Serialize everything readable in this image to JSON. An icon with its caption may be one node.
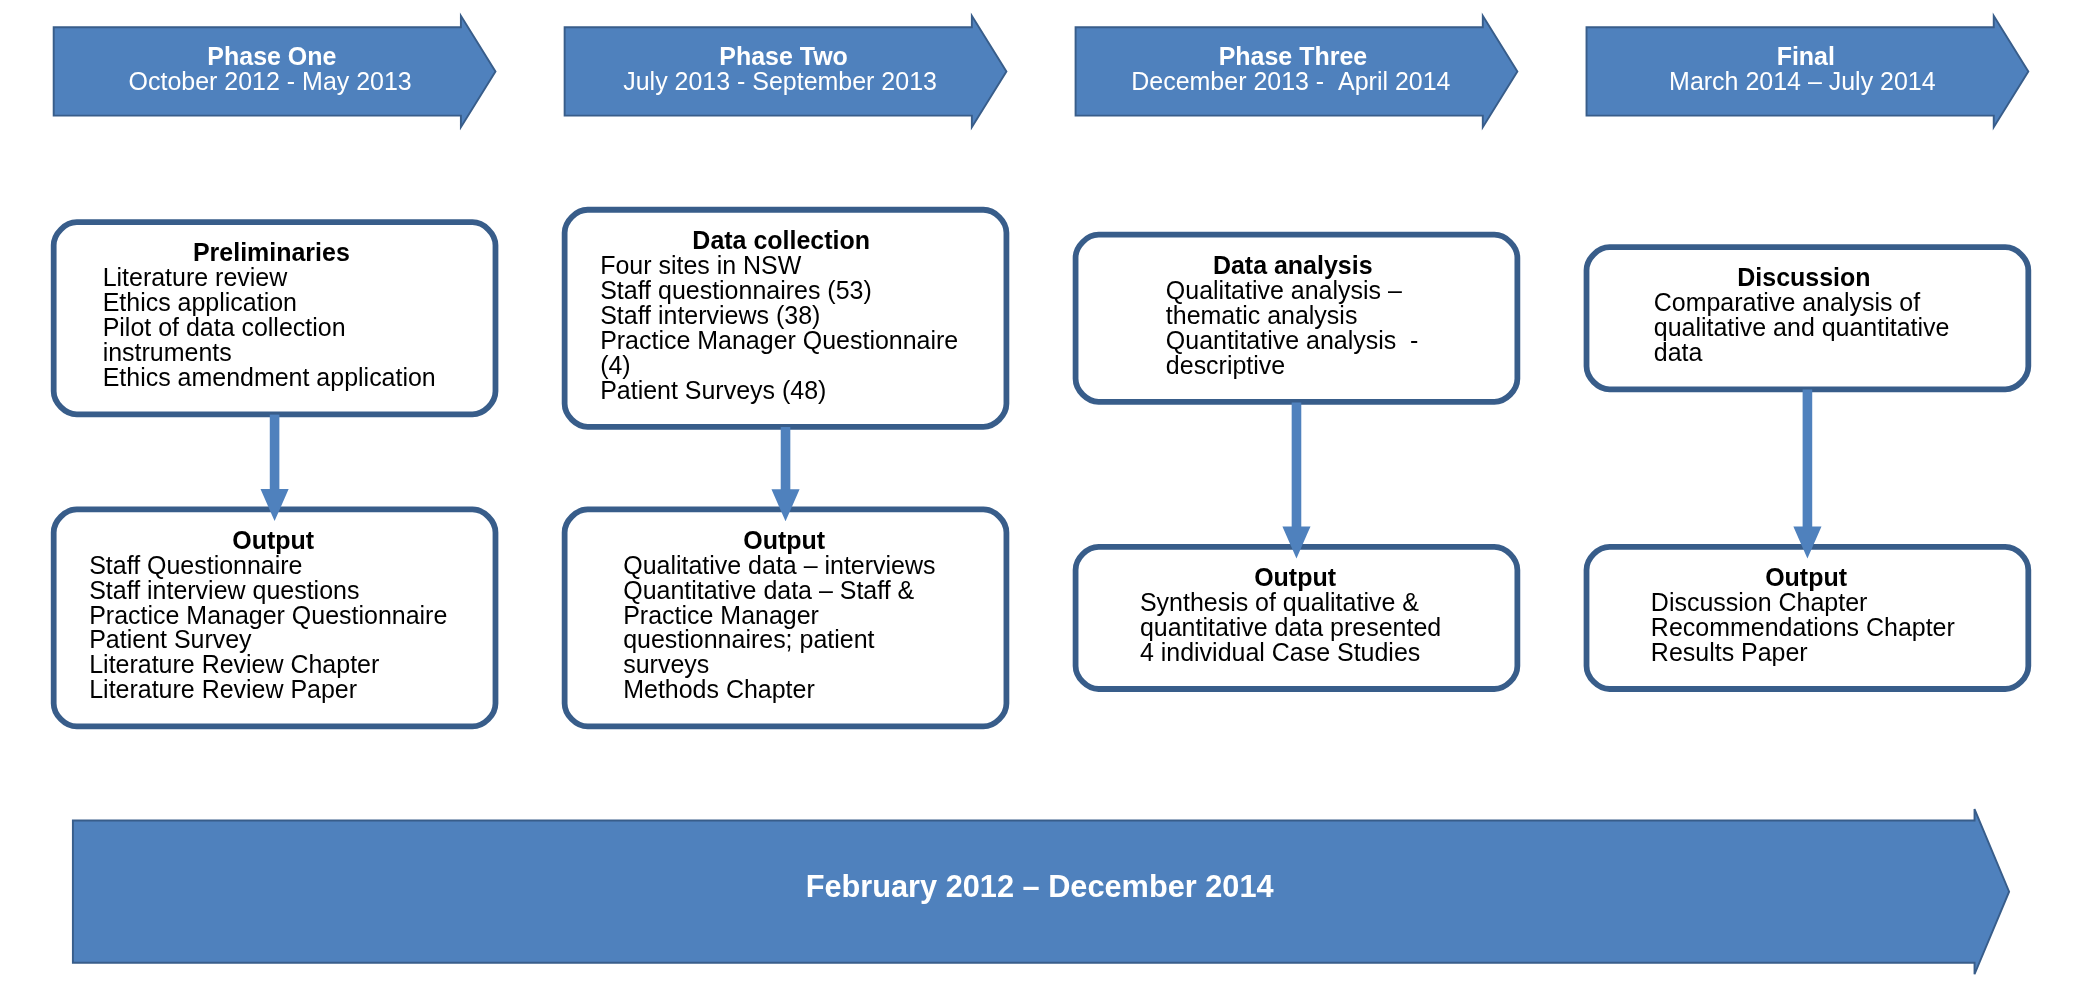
{
  "diagram": {
    "nodes": [
      {
        "text": [
          "Phase One",
          "October 2012 - May 2013"
        ]
      },
      {
        "text": [
          "Phase Two",
          "July 2013 - September 2013"
        ]
      },
      {
        "text": [
          "Phase Three",
          "December 2013 -  April 2014"
        ]
      },
      {
        "text": [
          "Final",
          "March 2014 – July 2014"
        ]
      },
      {
        "text": [
          "Preliminaries",
          "Literature review",
          "Ethics application",
          "Pilot of data collection instruments",
          "Ethics amendment application"
        ]
      },
      {
        "text": [
          "Data collection",
          "Four sites in NSW",
          "Staff questionnaires (53)",
          "Staff interviews (38)",
          "Practice Manager Questionnaire (4)",
          "Patient Surveys (48)"
        ]
      },
      {
        "text": [
          "Data analysis",
          "Qualitative analysis – thematic analysis",
          "Quantitative analysis  - descriptive"
        ]
      },
      {
        "text": [
          "Discussion",
          "Comparative analysis of qualitative and quantitative data"
        ]
      },
      {
        "text": [
          "Output",
          "Staff Questionnaire",
          "Staff interview questions",
          "Practice Manager Questionnaire",
          "Patient Survey",
          "Literature Review Chapter",
          "Literature Review Paper"
        ]
      },
      {
        "text": [
          "Output",
          "Qualitative data – interviews",
          "Quantitative data – Staff & Practice Manager questionnaires; patient surveys",
          "Methods Chapter"
        ]
      },
      {
        "text": [
          "Output",
          "Synthesis of qualitative & quantitative data presented",
          "4 individual Case Studies"
        ]
      },
      {
        "text": [
          "Output",
          "Discussion Chapter",
          "Recommendations Chapter",
          "Results Paper"
        ]
      },
      {
        "text": [
          "February 2012 – December 2014"
        ]
      }
    ],
    "edges": [
      {
        "from": 4,
        "to": 8,
        "arrow": "to"
      },
      {
        "from": 5,
        "to": 9,
        "arrow": "to"
      },
      {
        "from": 6,
        "to": 10,
        "arrow": "to"
      },
      {
        "from": 7,
        "to": 11,
        "arrow": "to"
      }
    ]
  }
}
